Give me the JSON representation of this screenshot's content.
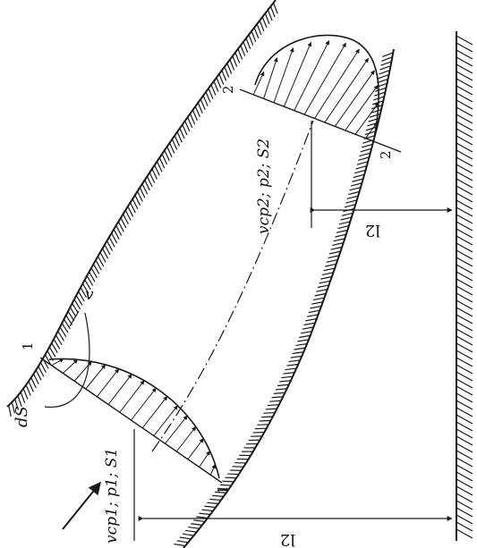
{
  "diagram": {
    "stroke_color": "#1a1a1a",
    "hatch_color": "#1a1a1a",
    "background_color": "#ffffff"
  },
  "labels": {
    "section_1_upper": "1",
    "section_1_lower": "1",
    "section_2_upper": "2",
    "section_2_lower": "2",
    "angle_label": "v",
    "area_element": "dS",
    "section_1_params": "vcp1; p1; S1",
    "section_2_params": "vcp2; p2; S2",
    "distance_1": "l2",
    "distance_2": "l2"
  }
}
